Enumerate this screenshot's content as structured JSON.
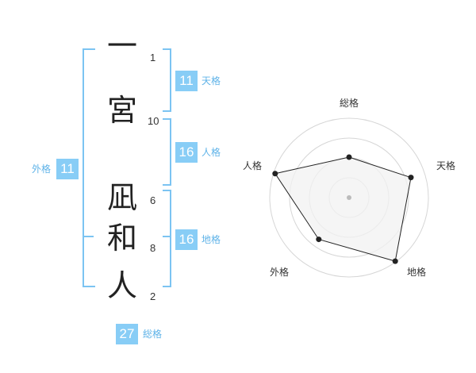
{
  "name": {
    "chars": [
      {
        "char": "一",
        "strokes": "1"
      },
      {
        "char": "宮",
        "strokes": "10"
      },
      {
        "char": "凪",
        "strokes": "6"
      },
      {
        "char": "和",
        "strokes": "8"
      },
      {
        "char": "人",
        "strokes": "2"
      }
    ]
  },
  "badges": {
    "tenkaku": {
      "value": "11",
      "label": "天格"
    },
    "jinkaku": {
      "value": "16",
      "label": "人格"
    },
    "chikaku": {
      "value": "16",
      "label": "地格"
    },
    "gaikaku": {
      "value": "11",
      "label": "外格"
    },
    "soukaku": {
      "value": "27",
      "label": "総格"
    }
  },
  "colors": {
    "accent": "#88cdf6",
    "bracket": "#7cc4f2",
    "text": "#222222"
  },
  "chart_data": {
    "type": "radar",
    "axes": [
      "総格",
      "天格",
      "地格",
      "外格",
      "人格"
    ],
    "values": [
      0.51,
      0.82,
      0.99,
      0.65,
      0.98
    ],
    "range": [
      0,
      1
    ],
    "rings": 4
  }
}
